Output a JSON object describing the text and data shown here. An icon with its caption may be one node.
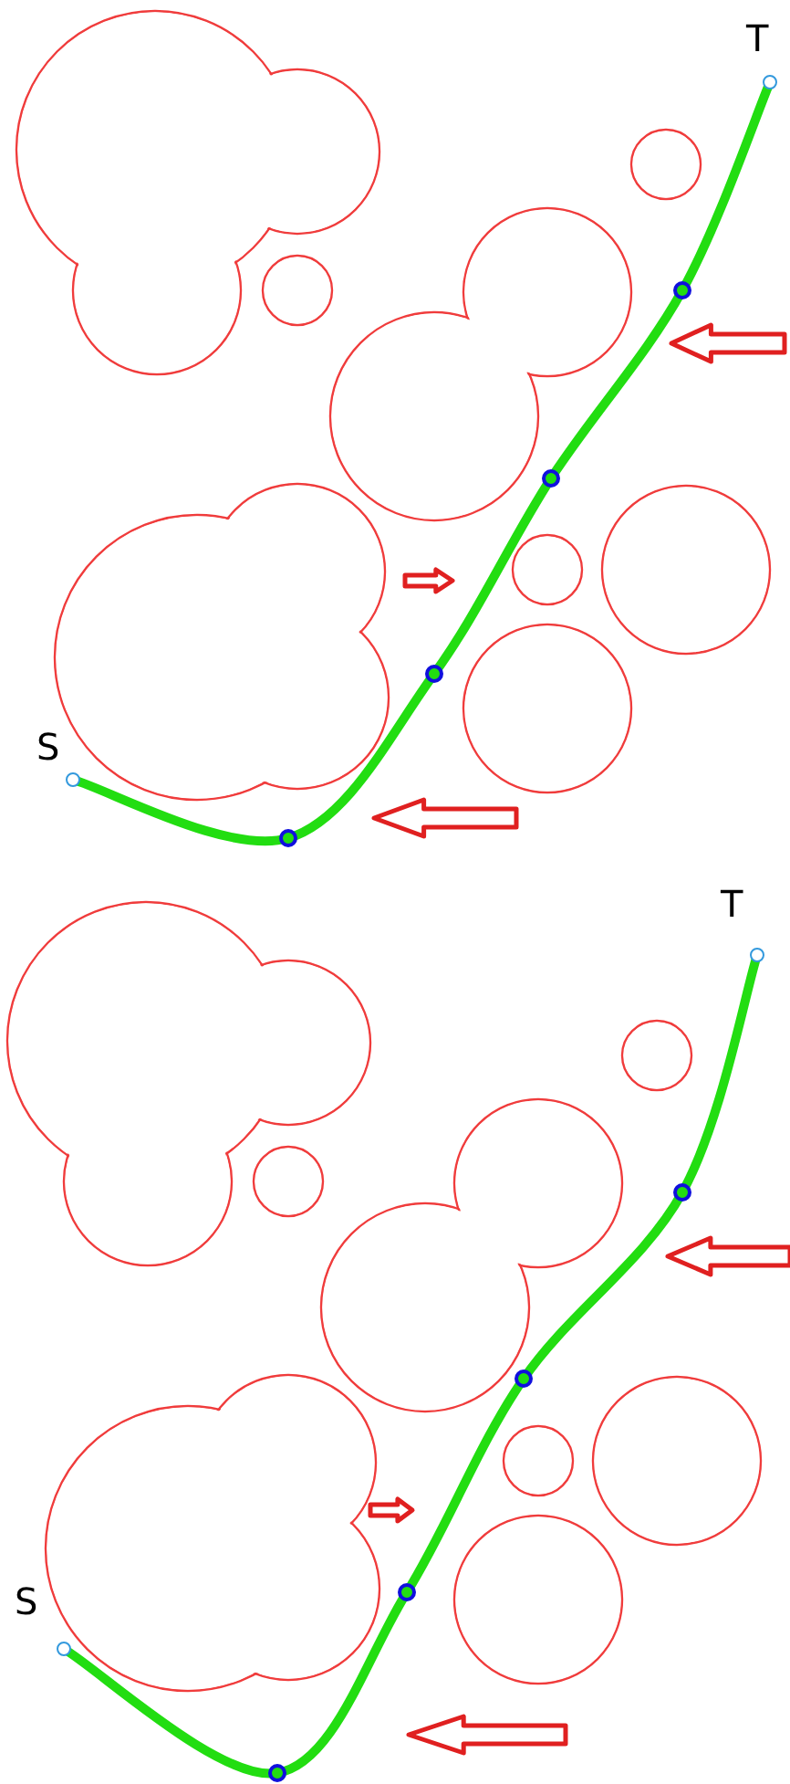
{
  "diagram": {
    "labels": [
      "T",
      "S",
      "T",
      "S"
    ]
  }
}
